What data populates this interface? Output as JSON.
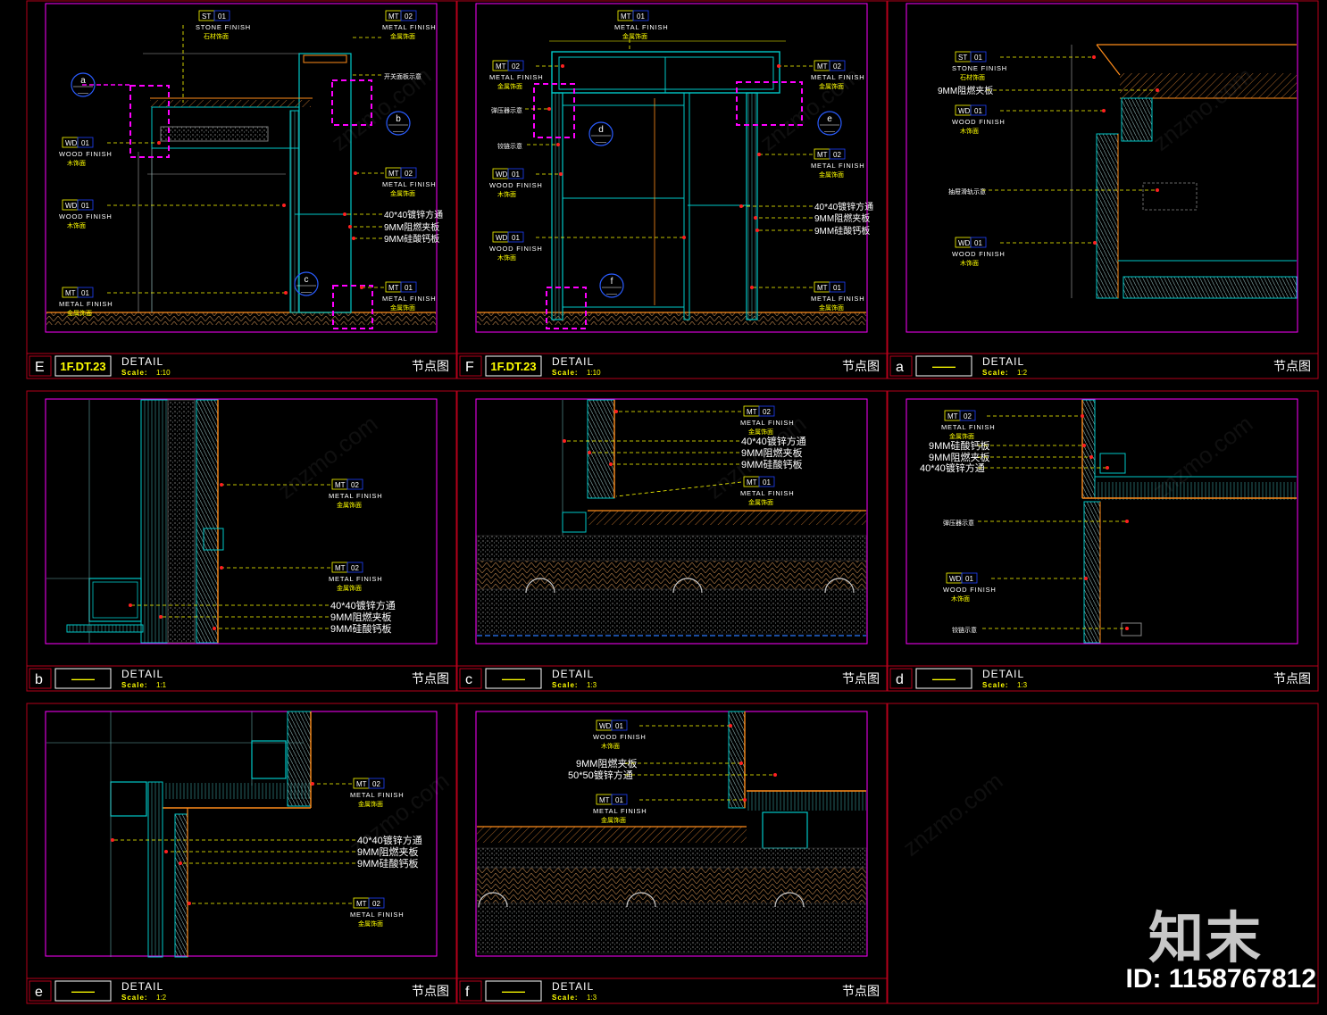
{
  "panels": [
    {
      "id": "E",
      "ref": "1F.DT.23",
      "title": "DETAIL",
      "scale_label": "Scale:",
      "scale": "1:10",
      "name": "节点图"
    },
    {
      "id": "F",
      "ref": "1F.DT.23",
      "title": "DETAIL",
      "scale_label": "Scale:",
      "scale": "1:10",
      "name": "节点图"
    },
    {
      "id": "a",
      "ref": "——",
      "title": "DETAIL",
      "scale_label": "Scale:",
      "scale": "1:2",
      "name": "节点图"
    },
    {
      "id": "b",
      "ref": "——",
      "title": "DETAIL",
      "scale_label": "Scale:",
      "scale": "1:1",
      "name": "节点图"
    },
    {
      "id": "c",
      "ref": "——",
      "title": "DETAIL",
      "scale_label": "Scale:",
      "scale": "1:3",
      "name": "节点图"
    },
    {
      "id": "d",
      "ref": "——",
      "title": "DETAIL",
      "scale_label": "Scale:",
      "scale": "1:3",
      "name": "节点图"
    },
    {
      "id": "e",
      "ref": "——",
      "title": "DETAIL",
      "scale_label": "Scale:",
      "scale": "1:2",
      "name": "节点图"
    },
    {
      "id": "f",
      "ref": "——",
      "title": "DETAIL",
      "scale_label": "Scale:",
      "scale": "1:3",
      "name": "节点图"
    }
  ],
  "tags": {
    "st01": {
      "code": "ST",
      "num": "01",
      "en": "STONE FINISH",
      "cn": "石材饰面"
    },
    "mt02": {
      "code": "MT",
      "num": "02",
      "en": "METAL FINISH",
      "cn": "金属饰面"
    },
    "mt01": {
      "code": "MT",
      "num": "01",
      "en": "METAL FINISH",
      "cn": "金属饰面"
    },
    "wd01": {
      "code": "WD",
      "num": "01",
      "en": "WOOD FINISH",
      "cn": "木饰面"
    }
  },
  "notes": {
    "steel40": "40*40镀锌方通",
    "steel50": "50*50镀锌方通",
    "ply9": "9MM阻燃夹板",
    "board9": "9MM硅酸钙板",
    "ply9_a": "9MM阻燃夹板",
    "hinge": "铰链示意",
    "drawer": "抽屉滑轨示意",
    "switch": "开关面板示意",
    "push": "弹压器示意"
  },
  "callouts": [
    "a",
    "b",
    "c",
    "d",
    "e",
    "f"
  ],
  "watermark": {
    "brand": "知末",
    "id": "ID: 1158767812",
    "site": "znzmo.com"
  },
  "colors": {
    "frame": "#b5001a",
    "magenta": "#ff00ff",
    "yellow": "#ffff00",
    "cyan": "#00c8c8",
    "blue": "#2040ff",
    "orange": "#ff8c1a",
    "red": "#ff2020"
  }
}
